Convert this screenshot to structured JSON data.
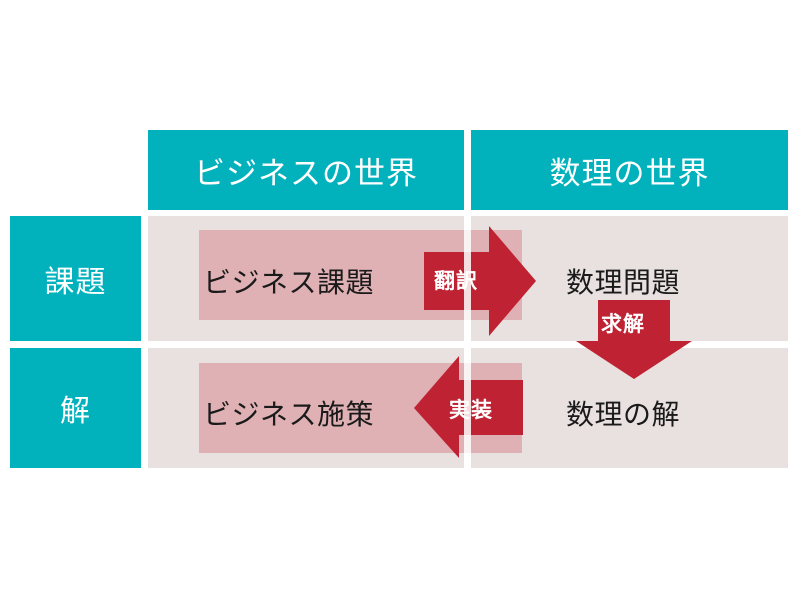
{
  "diagram": {
    "title_columns": [
      {
        "id": "business-world",
        "label": "ビジネスの世界"
      },
      {
        "id": "math-world",
        "label": "数理の世界"
      }
    ],
    "row_labels": [
      {
        "id": "issue",
        "label": "課題"
      },
      {
        "id": "solution",
        "label": "解"
      }
    ],
    "cells": {
      "business_issue": "ビジネス課題",
      "math_issue": "数理問題",
      "business_solution": "ビジネス施策",
      "math_solution": "数理の解"
    },
    "arrows": [
      {
        "id": "translate",
        "label": "翻訳",
        "direction": "right"
      },
      {
        "id": "solve",
        "label": "求解",
        "direction": "down"
      },
      {
        "id": "implement",
        "label": "実装",
        "direction": "left"
      }
    ],
    "colors": {
      "teal": "#01b2bd",
      "cell_background": "#e8e1e0",
      "pink_box": "#dfb0b4",
      "arrow_red": "#bf2233",
      "text_dark": "#1a1a1a",
      "text_light": "#ffffff",
      "page_background": "#ffffff"
    }
  }
}
